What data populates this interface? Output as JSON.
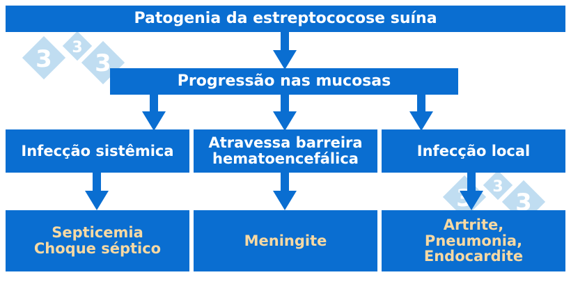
{
  "title": "Patogenia da estreptococose suína",
  "level1": "Progressão nas mucosas",
  "branches": [
    {
      "label": "Infecção sistêmica",
      "result": "Septicemia\nChoque séptico"
    },
    {
      "label": "Atravessa barreira\nhematoencefálica",
      "result": "Meningite"
    },
    {
      "label": "Infecção local",
      "result": "Artrite,\nPneumonia,\nEndocardite"
    }
  ],
  "watermark": {
    "text": "3",
    "color": "#8ec3e6"
  },
  "colors": {
    "box": "#0a6ed1",
    "text": "#ffffff",
    "result_text": "#f7d9a3"
  }
}
